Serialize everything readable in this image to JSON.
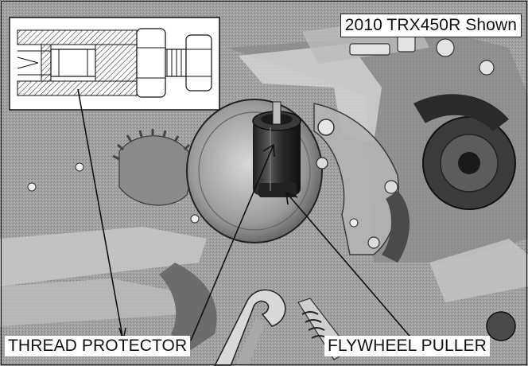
{
  "figure": {
    "caption_model": "2010 TRX450R Shown",
    "callouts": {
      "thread_protector": "THREAD PROTECTOR",
      "flywheel_puller": "FLYWHEEL PULLER"
    }
  },
  "colors": {
    "photo_light": "#c4c4c4",
    "photo_mid": "#8c8c8c",
    "photo_dark": "#2c2c2c",
    "inset_background": "#ffffff",
    "line_color": "#111111"
  }
}
